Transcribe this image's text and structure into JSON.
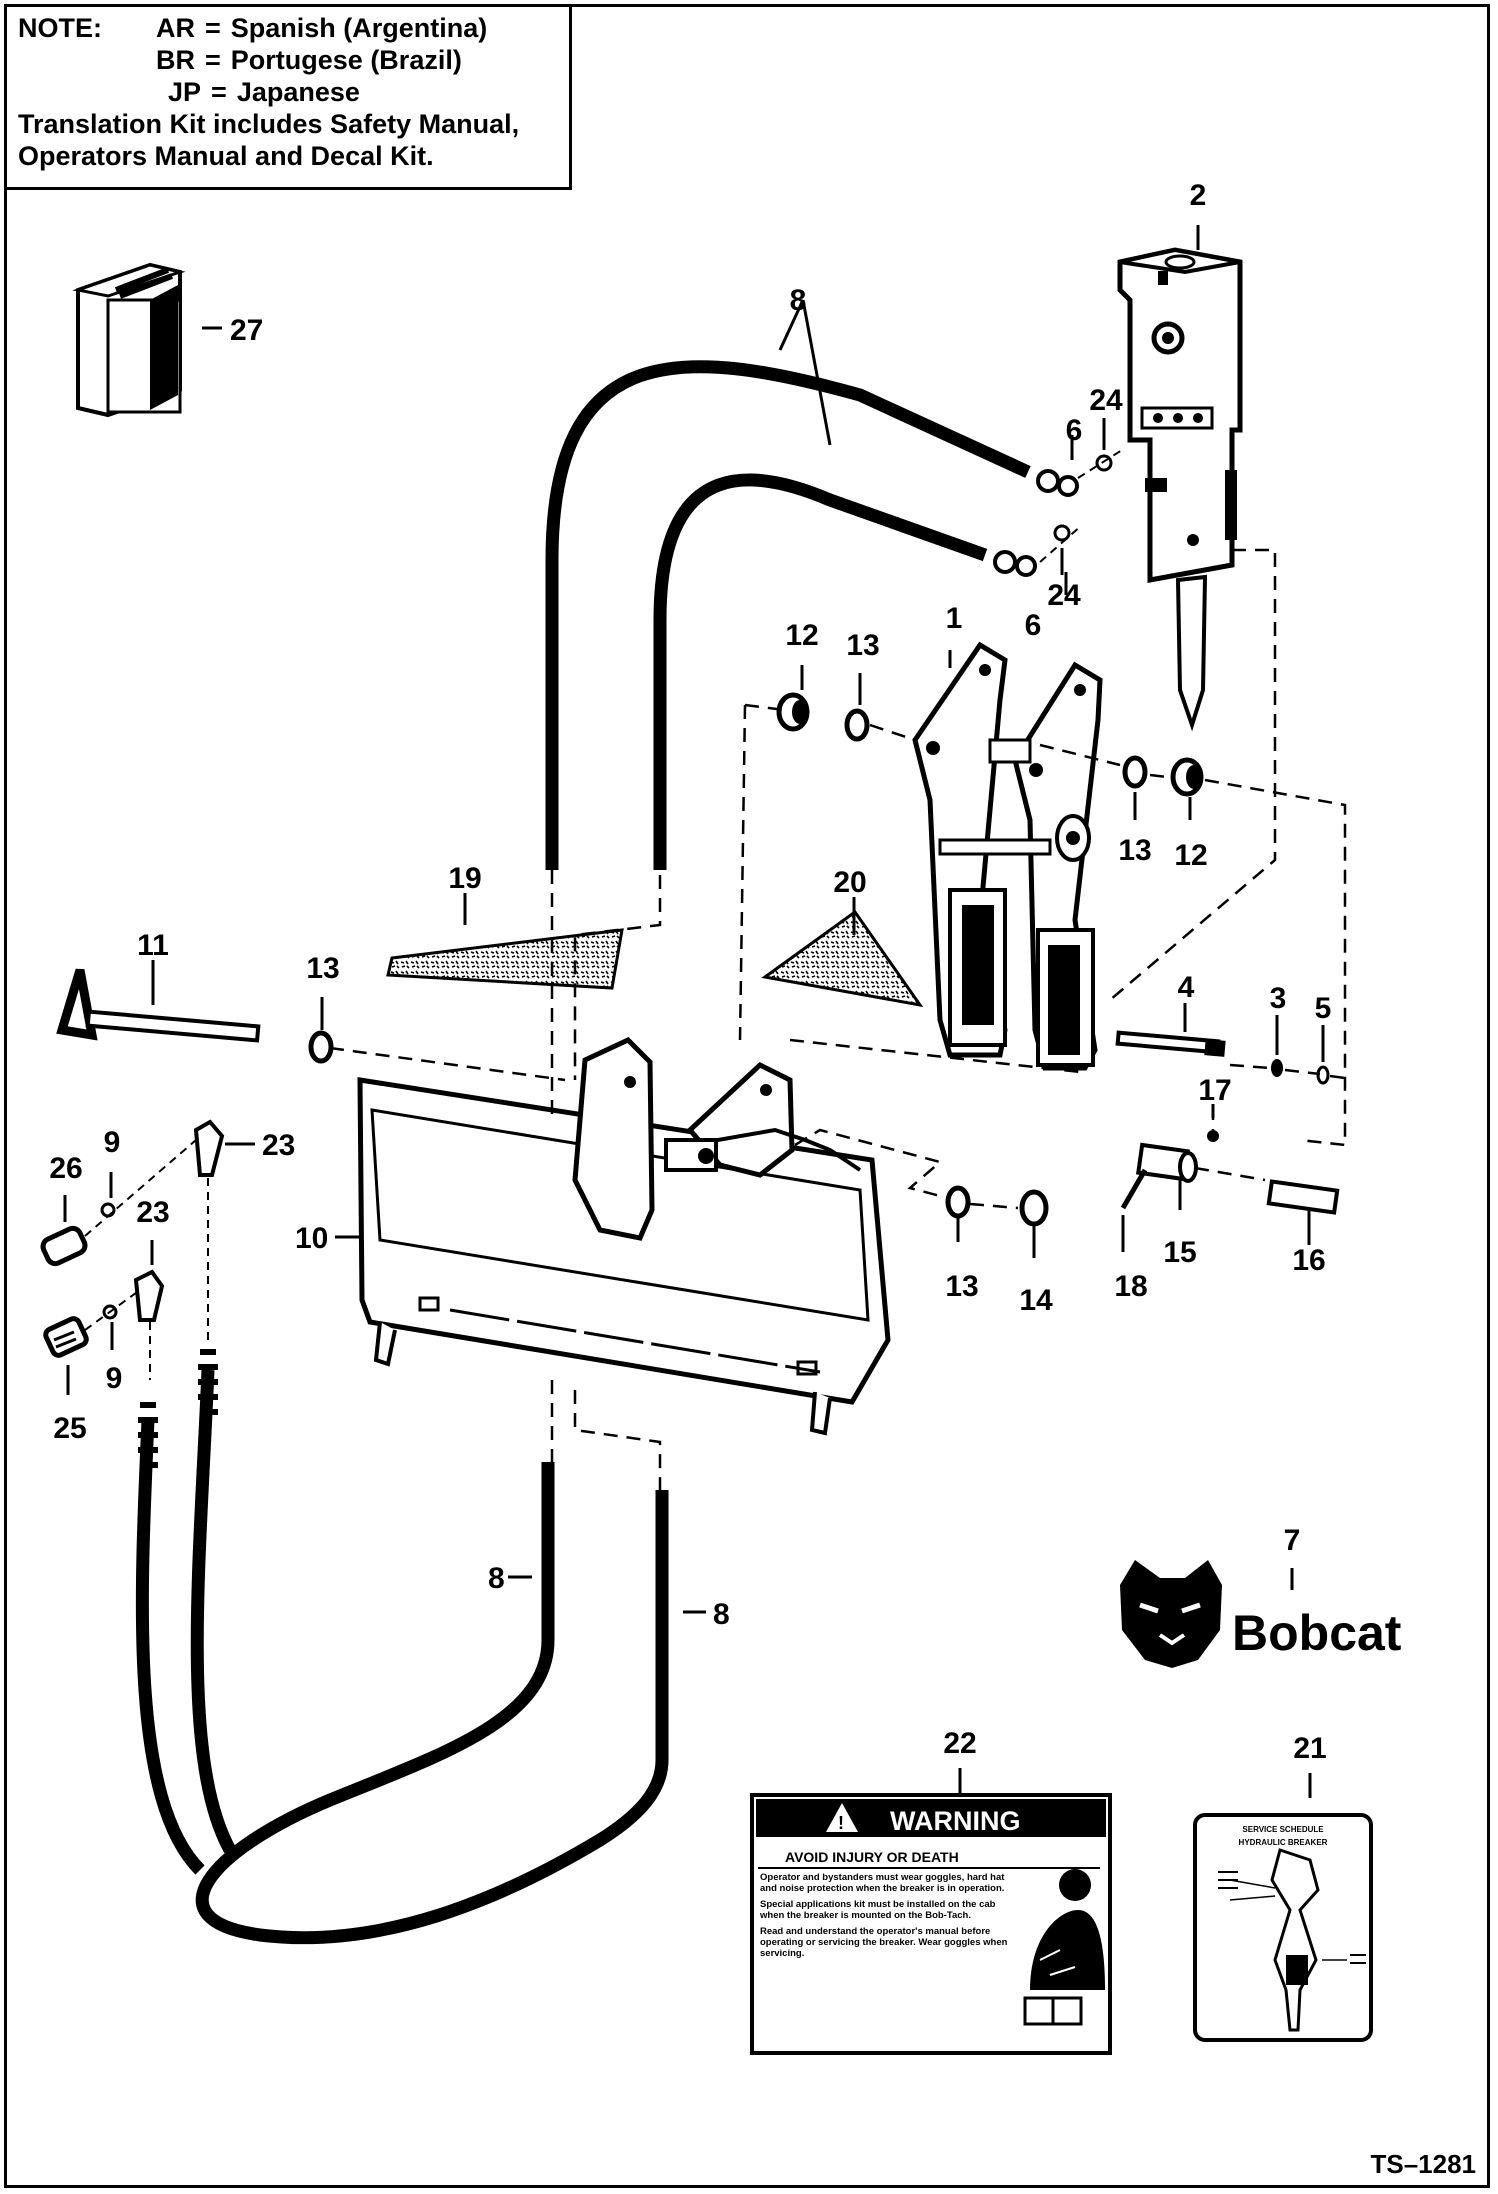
{
  "note": {
    "heading": "NOTE:",
    "rows": [
      {
        "code": "AR",
        "eq": "=",
        "lang": "Spanish (Argentina)"
      },
      {
        "code": "BR",
        "eq": "=",
        "lang": "Portugese (Brazil)"
      },
      {
        "code": "JP",
        "eq": "=",
        "lang": "Japanese"
      }
    ],
    "line1": "Translation Kit includes Safety Manual,",
    "line2": "Operators Manual and Decal Kit."
  },
  "callouts": {
    "c1": "1",
    "c2": "2",
    "c3": "3",
    "c4": "4",
    "c5": "5",
    "c6a": "6",
    "c6b": "6",
    "c7": "7",
    "c8a": "8",
    "c8b": "8",
    "c8c": "8",
    "c9a": "9",
    "c9b": "9",
    "c10": "10",
    "c11": "11",
    "c12a": "12",
    "c12b": "12",
    "c13a": "13",
    "c13b": "13",
    "c13c": "13",
    "c13d": "13",
    "c14": "14",
    "c15": "15",
    "c16": "16",
    "c17": "17",
    "c18": "18",
    "c19": "19",
    "c20": "20",
    "c21": "21",
    "c22": "22",
    "c23a": "23",
    "c23b": "23",
    "c24a": "24",
    "c24b": "24",
    "c25": "25",
    "c26": "26",
    "c27": "27"
  },
  "brand": "Bobcat",
  "warning_decal": {
    "title": "WARNING",
    "subtitle": "AVOID INJURY OR DEATH",
    "bullets": [
      "Operator and bystanders must wear goggles, hard hat and noise protection when the breaker is in operation.",
      "Special applications kit must be installed on the cab when the breaker is mounted on the Bob-Tach.",
      "Read and understand the operator's manual before operating or servicing the breaker. Wear goggles when servicing."
    ]
  },
  "service_decal": {
    "line1": "SERVICE SCHEDULE",
    "line2": "HYDRAULIC BREAKER"
  },
  "reference": "TS–1281"
}
